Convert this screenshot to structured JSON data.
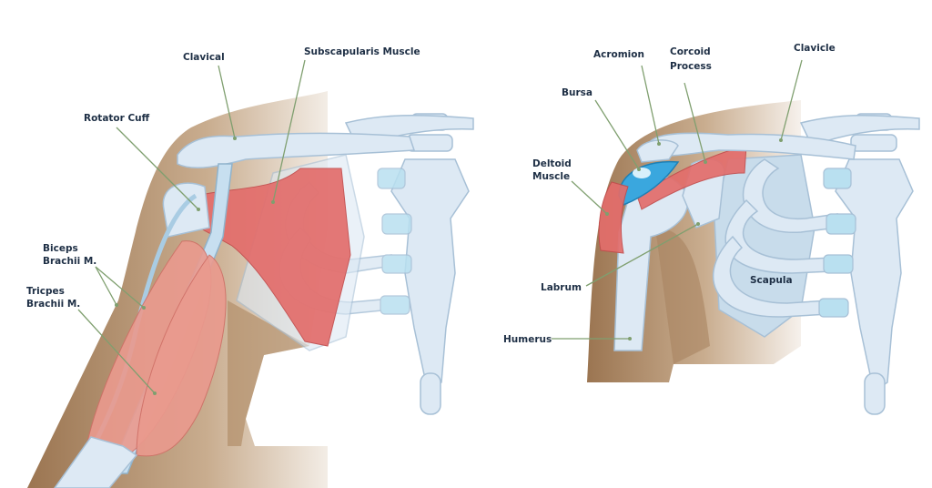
{
  "left_panel": {
    "labels": {
      "clavical": "Clavical",
      "subscapularis": "Subscapularis Muscle",
      "rotator_cuff": "Rotator Cuff",
      "biceps_line1": "Biceps",
      "biceps_line2": "Brachii M.",
      "triceps_line1": "Tricpes",
      "triceps_line2": "Brachii M."
    }
  },
  "right_panel": {
    "labels": {
      "acromion": "Acromion",
      "coracoid_line1": "Corcoid",
      "coracoid_line2": "Process",
      "clavicle": "Clavicle",
      "bursa": "Bursa",
      "deltoid_line1": "Deltoid",
      "deltoid_line2": "Muscle",
      "labrum": "Labrum",
      "humerus": "Humerus",
      "scapula": "Scapula"
    }
  },
  "colors": {
    "skin": "#a27c58",
    "bone": "#dde9f4",
    "muscle": "#e36d6b",
    "bursa": "#3aa7de",
    "leader_line": "#7f9f6f",
    "label_text": "#1e2f45"
  }
}
